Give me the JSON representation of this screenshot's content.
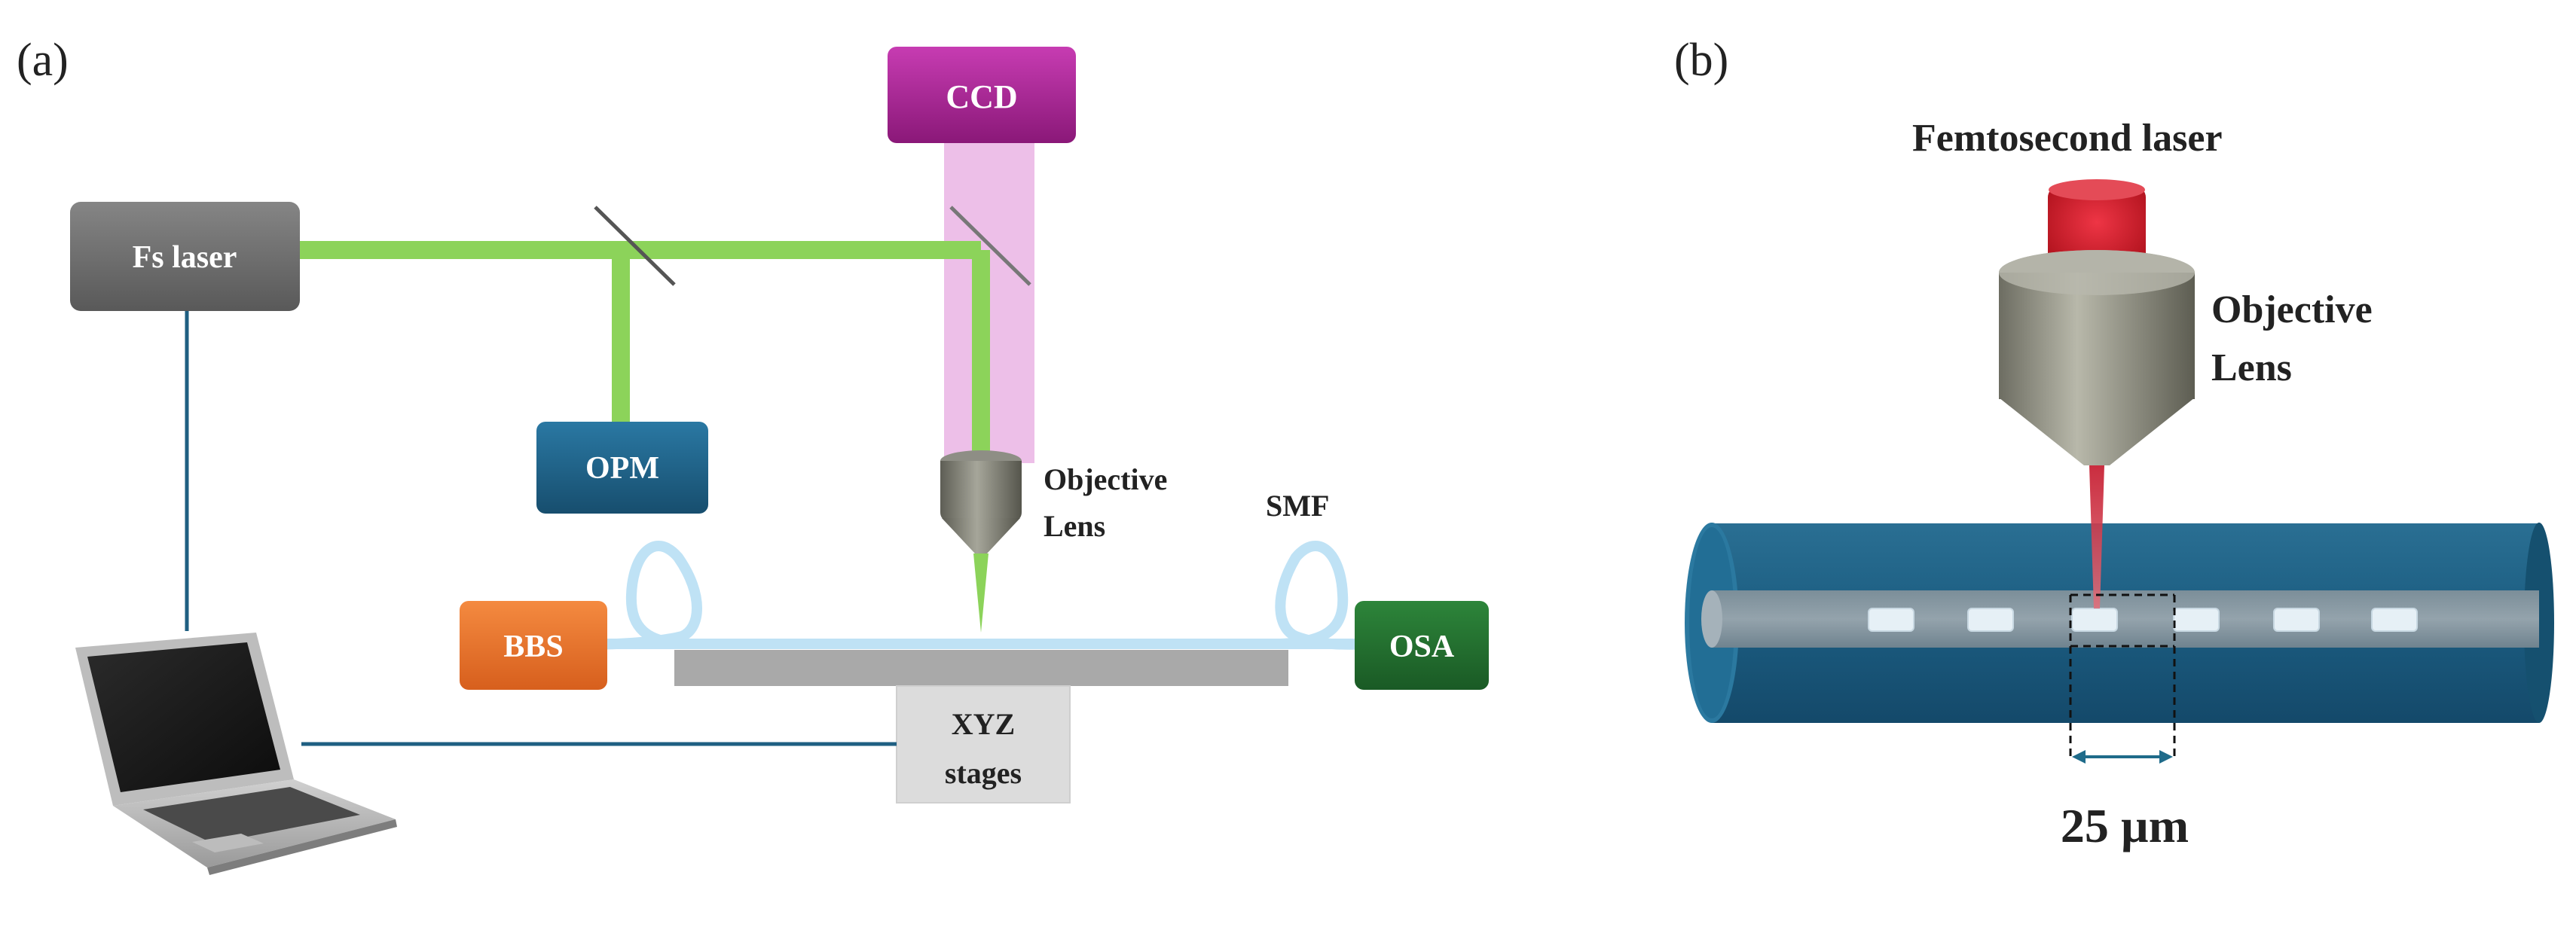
{
  "panel_a": {
    "panel_label": "(a)",
    "fs_laser": "Fs laser",
    "ccd": "CCD",
    "opm": "OPM",
    "bbs": "BBS",
    "osa": "OSA",
    "smf": "SMF",
    "objective_line1": "Objective",
    "objective_line2": "Lens",
    "xyz_line1": "XYZ",
    "xyz_line2": "stages"
  },
  "panel_b": {
    "panel_label": "(b)",
    "femtosecond_laser": "Femtosecond laser",
    "objective_line1": "Objective",
    "objective_line2": "Lens",
    "spacing": "25 µm"
  },
  "colors": {
    "fs_laser_box": "#6b6b6b",
    "ccd_box": "#a4228f",
    "opm_box": "#1d5c80",
    "bbs_box": "#e8702a",
    "osa_box": "#1f6b2c",
    "green_beam": "#8cd35a",
    "pink_beam": "#ebb8e6",
    "fiber": "#bfe2f5",
    "cable": "#1f5f82",
    "fiber_cylinder": "#1a5d80",
    "laser_red": "#cc1f2e"
  }
}
